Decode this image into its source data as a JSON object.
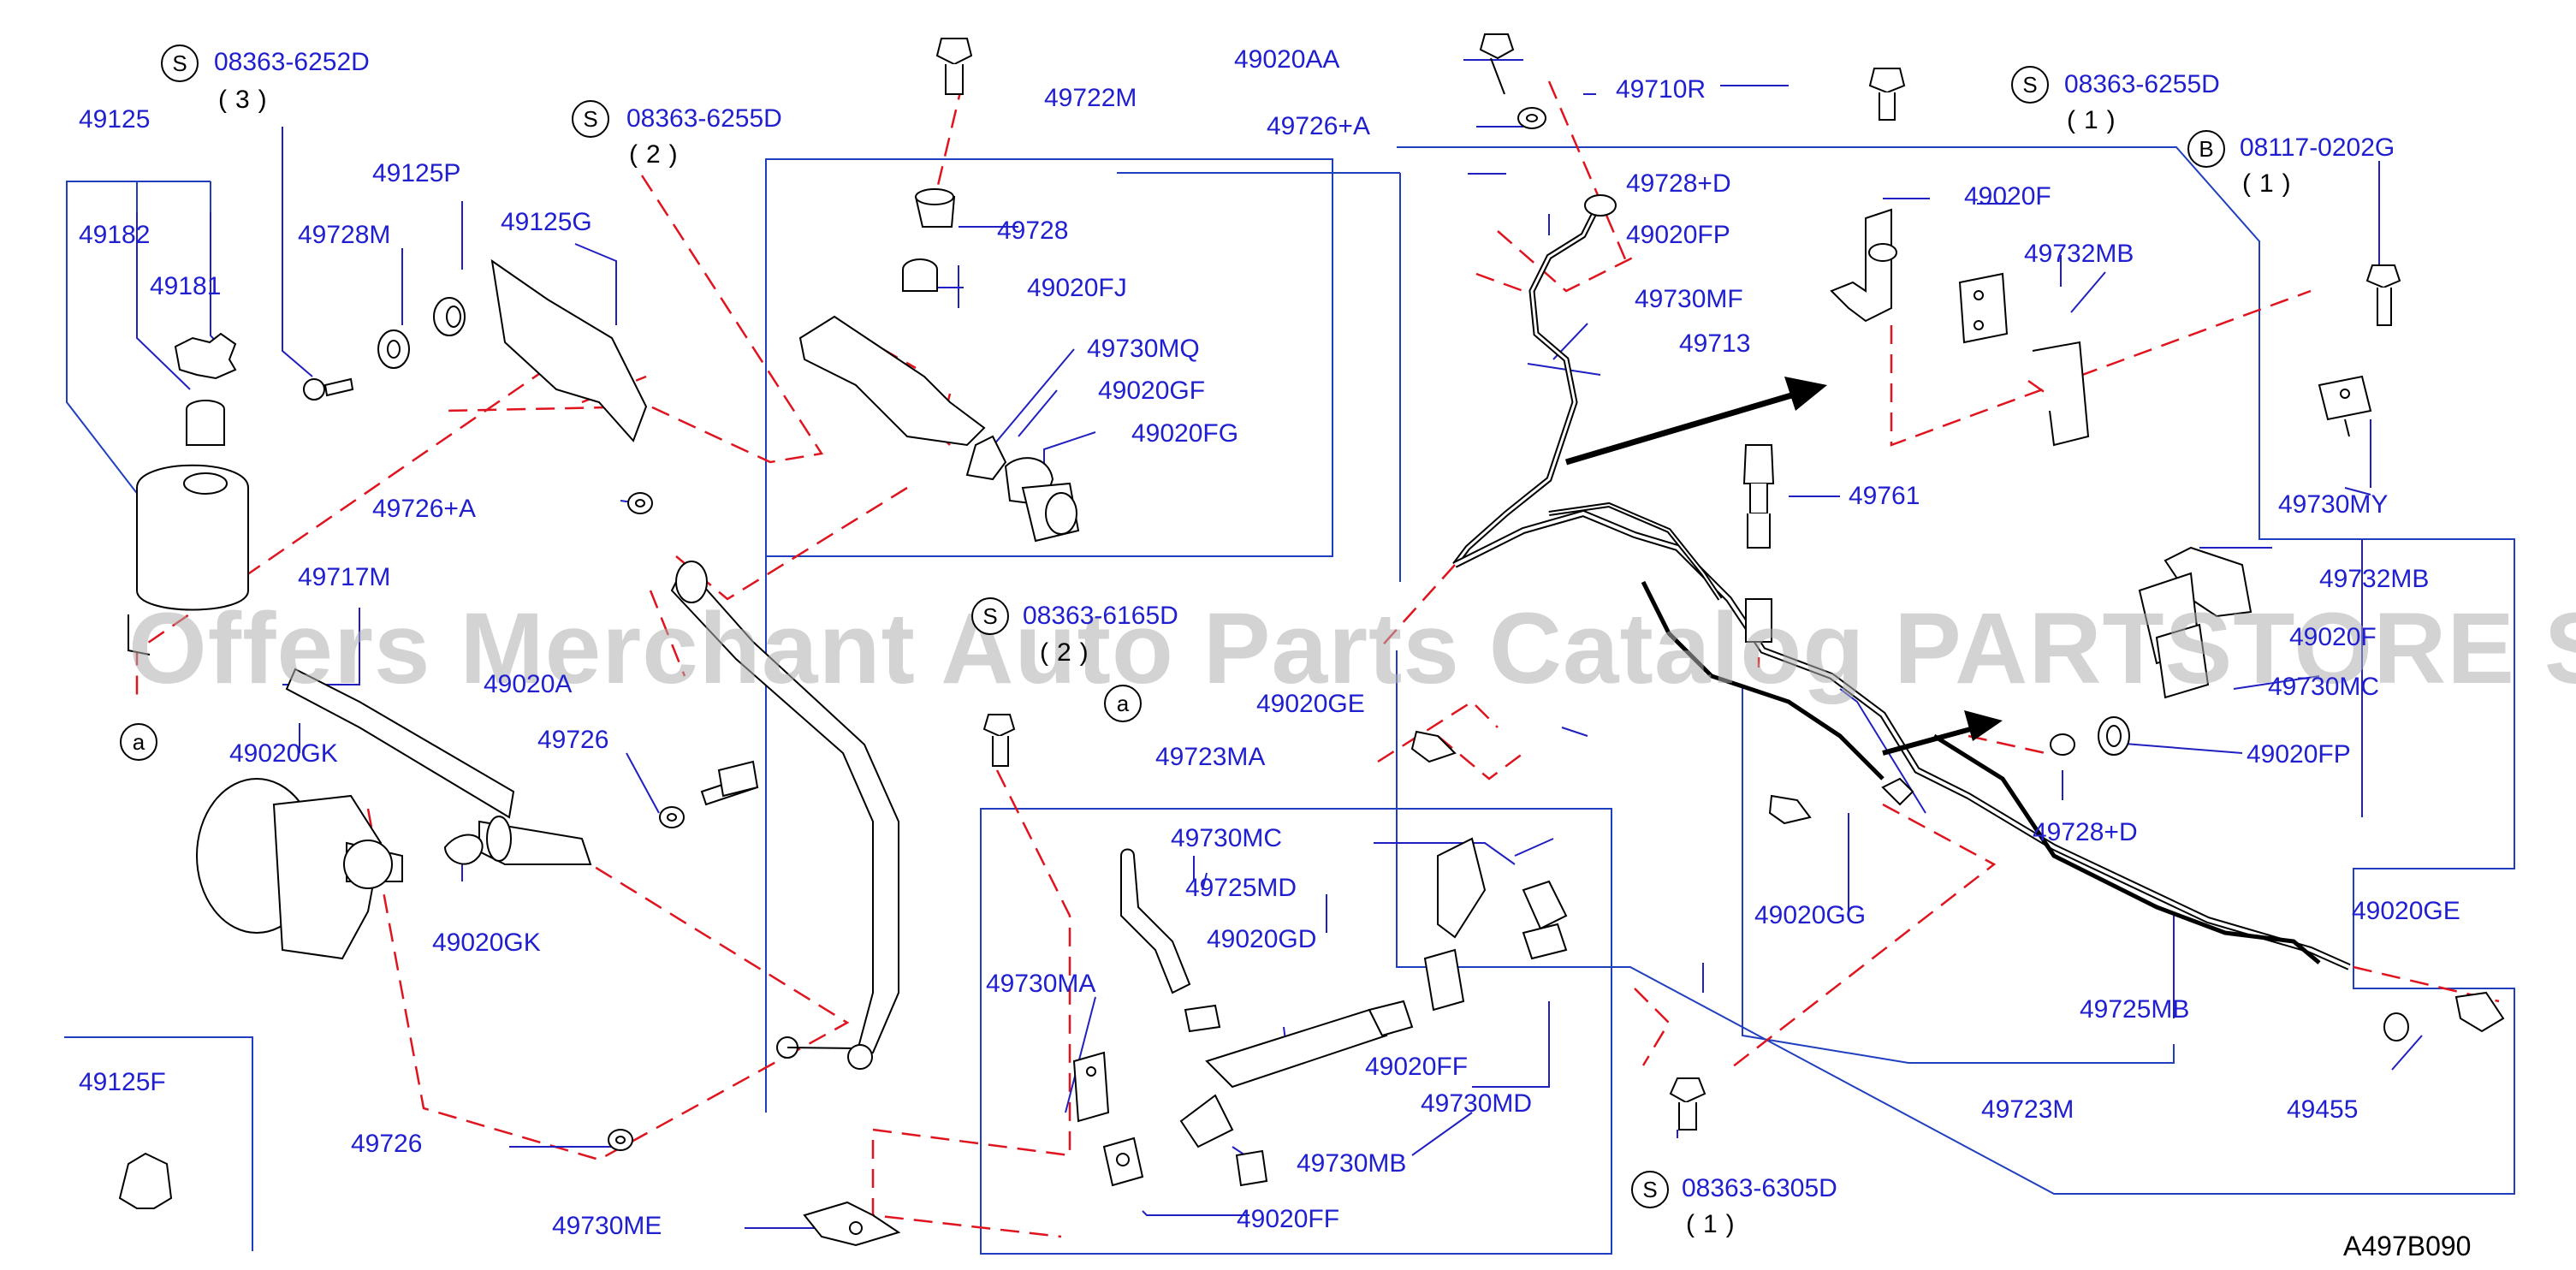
{
  "watermark": "Offers Merchant Auto Parts Catalog PARTSTORE SA",
  "diagram_code": "A497B090",
  "ref_marker": "a",
  "std_parts": [
    {
      "letter": "S",
      "number": "08363-6252D",
      "qty": "(3)"
    },
    {
      "letter": "S",
      "number": "08363-6255D",
      "qty": "(2)"
    },
    {
      "letter": "S",
      "number": "08363-6165D",
      "qty": "(2)"
    },
    {
      "letter": "S",
      "number": "08363-6255D",
      "qty": "(1)"
    },
    {
      "letter": "B",
      "number": "08117-0202G",
      "qty": "(1)"
    },
    {
      "letter": "S",
      "number": "08363-6305D",
      "qty": "(1)"
    }
  ],
  "parts": {
    "p49125": "49125",
    "p49182": "49182",
    "p49181": "49181",
    "p49125P": "49125P",
    "p49728M": "49728M",
    "p49125G": "49125G",
    "p49726A_1": "49726+A",
    "p49717M": "49717M",
    "p49020A": "49020A",
    "p49020GK_1": "49020GK",
    "p49020GK_2": "49020GK",
    "p49726_1": "49726",
    "p49125F": "49125F",
    "p49726_2": "49726",
    "p49730ME": "49730ME",
    "p49722M": "49722M",
    "p49728": "49728",
    "p49020FJ": "49020FJ",
    "p49730MQ": "49730MQ",
    "p49020GF": "49020GF",
    "p49020FG": "49020FG",
    "p49020AA": "49020AA",
    "p49726A_2": "49726+A",
    "p49710R": "49710R",
    "p49728D_1": "49728+D",
    "p49020FP_1": "49020FP",
    "p49730MF": "49730MF",
    "p49713": "49713",
    "p49020F_1": "49020F",
    "p49732MB_1": "49732MB",
    "p49730MY": "49730MY",
    "p49761": "49761",
    "p49732MB_2": "49732MB",
    "p49020F_2": "49020F",
    "p49730MC_2": "49730MC",
    "p49020FP_2": "49020FP",
    "p49728D_2": "49728+D",
    "p49020GE_1": "49020GE",
    "p49723MA": "49723MA",
    "p49730MC": "49730MC",
    "p49725MD": "49725MD",
    "p49020GD": "49020GD",
    "p49730MA": "49730MA",
    "p49020FF_1": "49020FF",
    "p49730MD": "49730MD",
    "p49730MB": "49730MB",
    "p49020FF_2": "49020FF",
    "p49020GG": "49020GG",
    "p49020GE_2": "49020GE",
    "p49725MB": "49725MB",
    "p49723M": "49723M",
    "p49455": "49455"
  },
  "colors": {
    "label": "#1f1fd0",
    "leader": "#2020c0",
    "dashed": "#e0141e",
    "drawing": "#000000"
  }
}
